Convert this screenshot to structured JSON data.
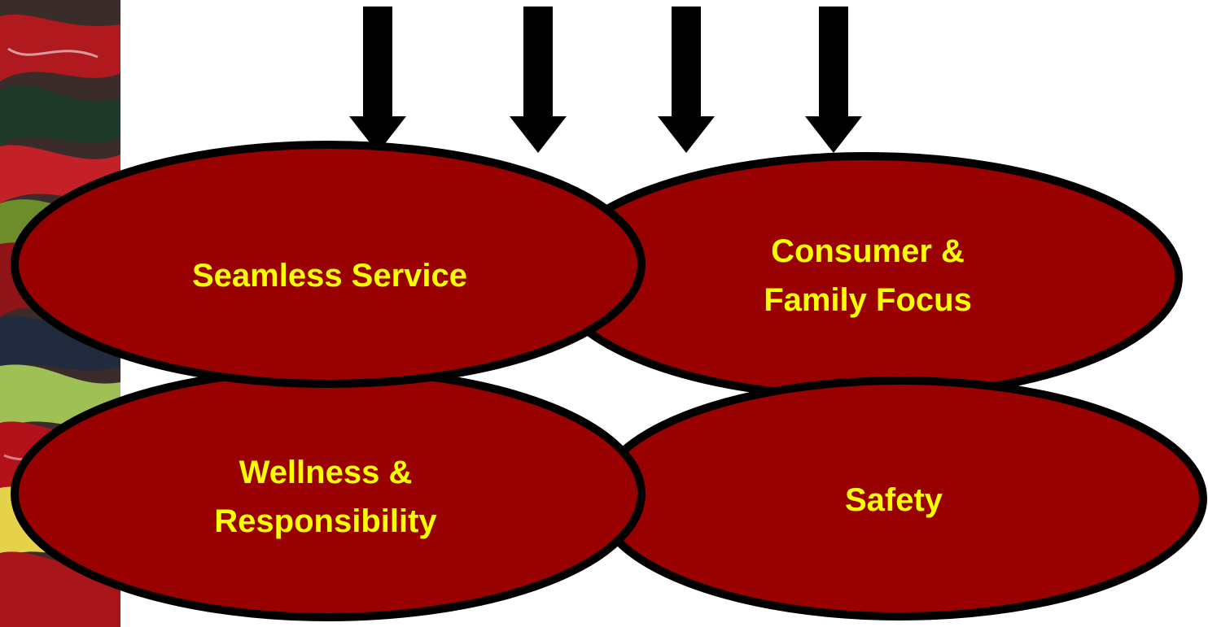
{
  "colors": {
    "ellipse_fill": "#990000",
    "ellipse_stroke": "#000000",
    "label_text": "#ffff00",
    "arrow": "#000000",
    "background": "#ffffff"
  },
  "left_decoration": "photo-collage",
  "arrows_count": 4,
  "ellipses": [
    {
      "id": "seamless-service",
      "lines": [
        "Seamless Service"
      ]
    },
    {
      "id": "consumer-family-focus",
      "lines": [
        "Consumer &",
        "Family Focus"
      ]
    },
    {
      "id": "wellness-responsibility",
      "lines": [
        "Wellness &",
        "Responsibility"
      ]
    },
    {
      "id": "safety",
      "lines": [
        "Safety"
      ]
    }
  ]
}
